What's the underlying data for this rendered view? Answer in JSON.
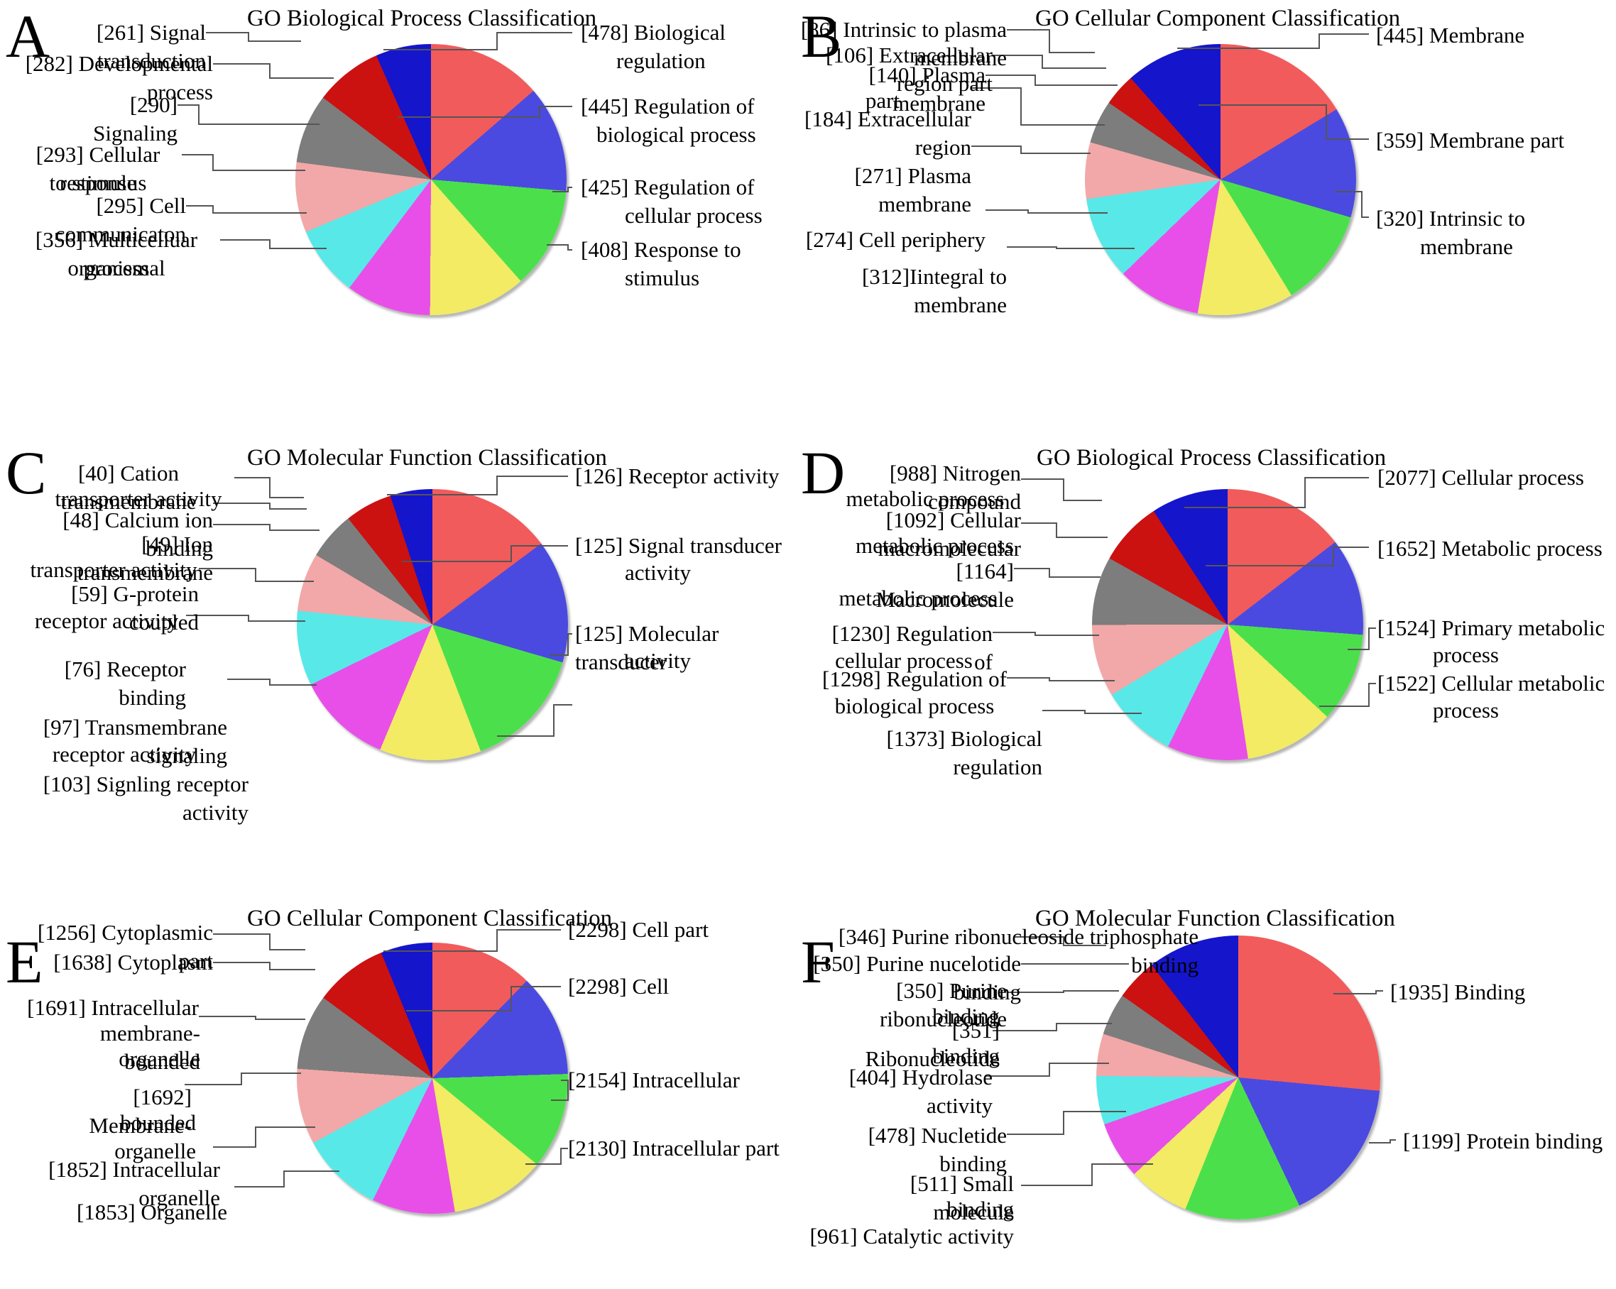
{
  "figure": {
    "panels": [
      {
        "letter": "A",
        "title": "GO Biological Process Classification",
        "chart_data": {
          "type": "pie",
          "title": "GO Biological Process Classification",
          "categories": [
            "Biological regulation",
            "Regulation of biological process",
            "Regulation of cellular process",
            "Response to stimulus",
            "Multicelluar organismal process",
            "Cell communicaton",
            "Cellular response to stimulus",
            "Signaling",
            "Developmental process",
            "Signal transduction"
          ],
          "values": [
            478,
            445,
            425,
            408,
            356,
            295,
            293,
            290,
            282,
            261
          ],
          "colors": [
            "#F15B5B",
            "#4A4AE0",
            "#4BE04B",
            "#F2EB63",
            "#E84FE8",
            "#58E8E8",
            "#F2A8A8",
            "#7D7D7D",
            "#CC1111",
            "#1515CC"
          ],
          "labels": [
            "[478] Biological regulation",
            "[445] Regulation of biological process",
            "[425] Regulation of cellular process",
            "[408] Response to stimulus",
            "[356] Multicelluar organismal process",
            "[295] Cell communicaton",
            "[293] Cellular response to stimulus",
            "[290] Signaling",
            "[282] Developmental process",
            "[261] Signal transduction"
          ],
          "legend_position": "callout-labels",
          "grid": false
        },
        "label_texts": {
          "l0_a": "[478] Biological",
          "l0_b": "regulation",
          "l1_a": "[445] Regulation of",
          "l1_b": "biological process",
          "l2_a": "[425] Regulation of",
          "l2_b": "cellular process",
          "l3_a": "[408] Response to",
          "l3_b": "stimulus",
          "l4_a": "[356] Multicelluar organismal",
          "l4_b": "process",
          "l5": "[295] Cell communicaton",
          "l6_a": "[293] Cellular response",
          "l6_b": "to stimulus",
          "l7": "[290] Signaling",
          "l8": "[282] Developmental process",
          "l9": "[261] Signal transduction"
        }
      },
      {
        "letter": "B",
        "title": "GO Cellular Component Classification",
        "chart_data": {
          "type": "pie",
          "title": "GO Cellular Component Classification",
          "categories": [
            "Membrane",
            "Membrane part",
            "Intrinsic to membrane",
            "Iintegral to membrane",
            "Cell periphery",
            "Plasma membrane",
            "Extracellular region",
            "Plasma membrane part",
            "Extracellular region part",
            "Intrinsic to plasma membrane"
          ],
          "values": [
            445,
            359,
            320,
            312,
            274,
            271,
            184,
            140,
            106,
            86
          ],
          "colors": [
            "#F15B5B",
            "#4A4AE0",
            "#4BE04B",
            "#F2EB63",
            "#E84FE8",
            "#58E8E8",
            "#F2A8A8",
            "#7D7D7D",
            "#CC1111",
            "#1515CC"
          ],
          "labels": [
            "[445] Membrane",
            "[359] Membrane part",
            "[320] Intrinsic to membrane",
            "[312] Iintegral to membrane",
            "[274] Cell periphery",
            "[271] Plasma membrane",
            "[184] Extracellular region",
            "[140] Plasma membrane part",
            "[106] Extracellular region part",
            "[86] Intrinsic to plasma membrane"
          ],
          "legend_position": "callout-labels",
          "grid": false
        },
        "label_texts": {
          "l0": "[445] Membrane",
          "l1": "[359] Membrane part",
          "l2_a": "[320] Intrinsic to",
          "l2_b": "membrane",
          "l3": "[312]Iintegral to membrane",
          "l4": "[274] Cell periphery",
          "l5": "[271] Plasma membrane",
          "l6": "[184] Extracellular region",
          "l7_a": "[140] Plasma membrane",
          "l7_b": "part",
          "l8": "[106] Extracellular region part",
          "l9": "[86] Intrinsic to plasma membrane"
        }
      },
      {
        "letter": "C",
        "title": "GO Molecular Function Classification",
        "chart_data": {
          "type": "pie",
          "title": "GO Molecular Function Classification",
          "categories": [
            "Receptor activity",
            "Signal transducer activity",
            "Molecular transducer activity",
            "Signling receptor activity",
            "Transmembrane signaling receptor activity",
            "Receptor binding",
            "G-protein coupled receptor activity",
            "Ion transmembrane transporter activity",
            "Calcium ion binding",
            "Cation transmembrane transporter activity"
          ],
          "values": [
            126,
            125,
            125,
            103,
            97,
            76,
            59,
            49,
            48,
            40
          ],
          "colors": [
            "#F15B5B",
            "#4A4AE0",
            "#4BE04B",
            "#F2EB63",
            "#E84FE8",
            "#58E8E8",
            "#F2A8A8",
            "#7D7D7D",
            "#CC1111",
            "#1515CC"
          ],
          "labels": [
            "[126] Receptor activity",
            "[125] Signal transducer activity",
            "[125] Molecular transducer activity",
            "[103] Signling receptor activity",
            "[97] Transmembrane signaling receptor activity",
            "[76] Receptor binding",
            "[59] G-protein coupled receptor activity",
            "[49] Ion transmembrane transporter activity",
            "[48] Calcium ion binding",
            "[40] Cation transmembrane transporter activity"
          ],
          "legend_position": "callout-labels",
          "grid": false
        },
        "label_texts": {
          "l0": "[126] Receptor activity",
          "l1_a": "[125] Signal transducer",
          "l1_b": "activity",
          "l2_a": "[125] Molecular transducer",
          "l2_b": "activity",
          "l3": "[103] Signling receptor activity",
          "l4_a": "[97] Transmembrane signaling",
          "l4_b": "receptor activity",
          "l5": "[76] Receptor binding",
          "l6_a": "[59] G-protein coupled",
          "l6_b": "receptor activity",
          "l7_a": "[49] Ion transmembrane",
          "l7_b": "transporter activity",
          "l8": "[48] Calcium ion binding",
          "l9_a": "[40] Cation transmembrane",
          "l9_b": "transporter activity"
        }
      },
      {
        "letter": "D",
        "title": "GO Biological Process Classification",
        "chart_data": {
          "type": "pie",
          "title": "GO Biological Process Classification",
          "categories": [
            "Cellular process",
            "Metabolic process",
            "Primary metabolic process",
            "Cellular metabolic process",
            "Biological regulation",
            "Regulation of biological process",
            "Regulation of cellular process",
            "Macromolecule metabolic process",
            "Cellular macromolecular metabolic process",
            "Nitrogen compound metabolic process"
          ],
          "values": [
            2077,
            1652,
            1524,
            1522,
            1373,
            1298,
            1230,
            1164,
            1092,
            988
          ],
          "colors": [
            "#F15B5B",
            "#4A4AE0",
            "#4BE04B",
            "#F2EB63",
            "#E84FE8",
            "#58E8E8",
            "#F2A8A8",
            "#7D7D7D",
            "#CC1111",
            "#1515CC"
          ],
          "labels": [
            "[2077] Cellular process",
            "[1652] Metabolic process",
            "[1524] Primary metabolic process",
            "[1522] Cellular metabolic process",
            "[1373] Biological regulation",
            "[1298] Regulation of biological process",
            "[1230] Regulation of cellular process",
            "[1164] Macromolecule metabolic process",
            "[1092] Cellular macromolecular metabolic process",
            "[988] Nitrogen compound metabolic process"
          ],
          "legend_position": "callout-labels",
          "grid": false
        },
        "label_texts": {
          "l0": "[2077] Cellular process",
          "l1": "[1652] Metabolic process",
          "l2_a": "[1524] Primary metabolic",
          "l2_b": "process",
          "l3_a": "[1522] Cellular metabolic",
          "l3_b": "process",
          "l4": "[1373] Biological regulation",
          "l5_a": "[1298] Regulation of",
          "l5_b": "biological process",
          "l6_a": "[1230] Regulation of",
          "l6_b": "cellular process",
          "l7_a": "[1164] Macromolecule",
          "l7_b": "metabolic process",
          "l8_a": "[1092] Cellular macromolecular",
          "l8_b": "metabolic process",
          "l9_a": "[988] Nitrogen compound",
          "l9_b": "metabolic process"
        }
      },
      {
        "letter": "E",
        "title": "GO Cellular Component Classification",
        "chart_data": {
          "type": "pie",
          "title": "GO Cellular Component Classification",
          "categories": [
            "Cell part",
            "Cell",
            "Intracellular",
            "Intracellular part",
            "Organelle",
            "Intracellular organelle",
            "Membrane-bounded organelle",
            "Intracellular membrane-bounded organelle",
            "Cytoplasm",
            "Cytoplasmic part"
          ],
          "values": [
            2298,
            2298,
            2154,
            2130,
            1853,
            1852,
            1692,
            1691,
            1638,
            1256
          ],
          "colors": [
            "#F15B5B",
            "#4A4AE0",
            "#4BE04B",
            "#F2EB63",
            "#E84FE8",
            "#58E8E8",
            "#F2A8A8",
            "#7D7D7D",
            "#CC1111",
            "#1515CC"
          ],
          "labels": [
            "[2298] Cell part",
            "[2298] Cell",
            "[2154] Intracellular",
            "[2130] Intracellular part",
            "[1853] Organelle",
            "[1852] Intracellular organelle",
            "[1692] Membrane-bounded organelle",
            "[1691] Intracellular membrane-bounded organelle",
            "[1638] Cytoplasm",
            "[1256] Cytoplasmic part"
          ],
          "legend_position": "callout-labels",
          "grid": false
        },
        "label_texts": {
          "l0": "[2298] Cell part",
          "l1": "[2298] Cell",
          "l2": "[2154] Intracellular",
          "l3": "[2130] Intracellular part",
          "l4": "[1853] Organelle",
          "l5": "[1852] Intracellular organelle",
          "l6_a": "[1692] Membrane-",
          "l6_b": "bounded organelle",
          "l7_a": "[1691] Intracellular",
          "l7_b": "membrane-bounded",
          "l7_c": "organelle",
          "l8": "[1638] Cytoplasm",
          "l9": "[1256] Cytoplasmic part"
        }
      },
      {
        "letter": "F",
        "title": "GO Molecular Function Classification",
        "chart_data": {
          "type": "pie",
          "title": "GO Molecular Function Classification",
          "categories": [
            "Binding",
            "Protein binding",
            "Catalytic activity",
            "Small molecule binding",
            "Nucletide binding",
            "Hydrolase activity",
            "Ribonucleotide binding",
            "Purine ribonucleotide binding",
            "Purine nucelotide binding",
            "Purine ribonucleoside triphosphate binding"
          ],
          "values": [
            1935,
            1199,
            961,
            511,
            478,
            404,
            351,
            350,
            350,
            346
          ],
          "colors": [
            "#F15B5B",
            "#4A4AE0",
            "#4BE04B",
            "#F2EB63",
            "#E84FE8",
            "#58E8E8",
            "#F2A8A8",
            "#7D7D7D",
            "#CC1111",
            "#1515CC"
          ],
          "labels": [
            "[1935] Binding",
            "[1199] Protein binding",
            "[961] Catalytic activity",
            "[511] Small molecule binding",
            "[478] Nucletide binding",
            "[404] Hydrolase activity",
            "[351] Ribonucleotide binding",
            "[350] Purine ribonucleotide binding",
            "[350] Purine nucelotide binding",
            "[346] Purine ribonucleoside triphosphate binding"
          ],
          "legend_position": "callout-labels",
          "grid": false
        },
        "label_texts": {
          "l0": "[1935] Binding",
          "l1": "[1199] Protein binding",
          "l2": "[961] Catalytic activity",
          "l3_a": "[511] Small molecule",
          "l3_b": "binding",
          "l4": "[478] Nucletide binding",
          "l5": "[404] Hydrolase activity",
          "l6_a": "[351] Ribonucleotide",
          "l6_b": "binding",
          "l7_a": "[350] Purine ribonucleotide",
          "l7_b": "binding",
          "l8": "[350] Purine nucelotide binding",
          "l9": "[346] Purine ribonucleoside triphosphate binding"
        }
      }
    ]
  }
}
